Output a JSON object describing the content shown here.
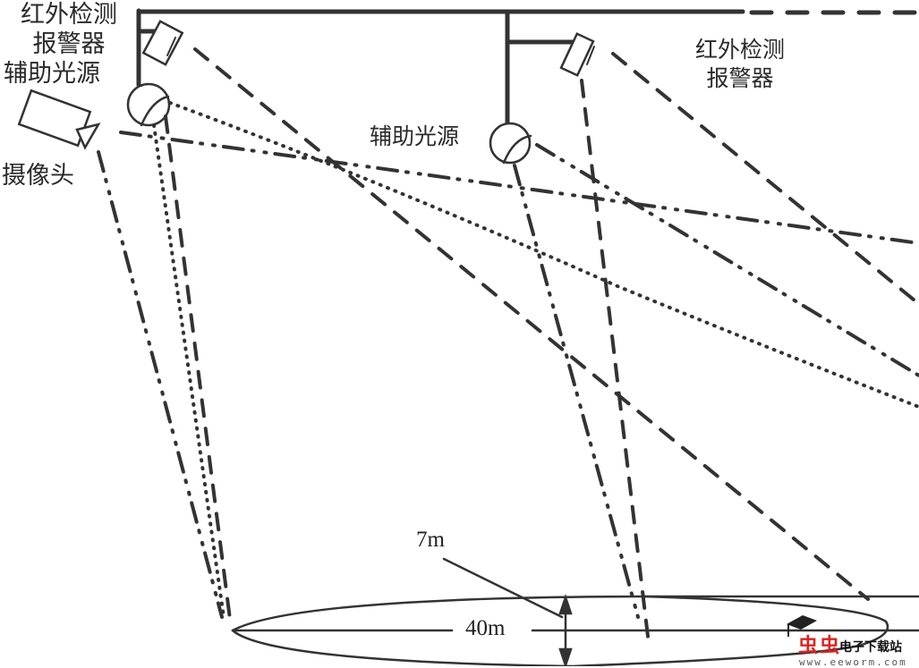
{
  "labels": {
    "left_detector": [
      "红外检测",
      "报警器"
    ],
    "left_light": "辅助光源",
    "camera": "摄像头",
    "right_detector": [
      "红外检测",
      "报警器"
    ],
    "right_light": "辅助光源"
  },
  "measurements": {
    "width": "7m",
    "length": "40m"
  },
  "watermark": {
    "brand": "虫虫",
    "site_name": "电子下载站",
    "url": "www.eeworm.com",
    "brand_color": "#e02020"
  },
  "colors": {
    "ink": "#333333",
    "background": "#ffffff"
  }
}
